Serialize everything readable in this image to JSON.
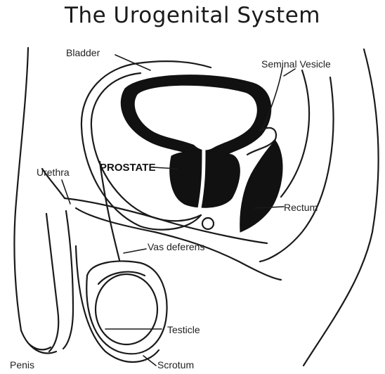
{
  "title": "The Urogenital System",
  "labels": {
    "bladder": "Bladder",
    "seminal_vesicle": "Seminal Vesicle",
    "prostate": "PROSTATE",
    "urethra": "Urethra",
    "rectum": "Rectum",
    "vas_deferens": "Vas deferens",
    "testicle": "Testicle",
    "penis": "Penis",
    "scrotum": "Scrotum"
  }
}
